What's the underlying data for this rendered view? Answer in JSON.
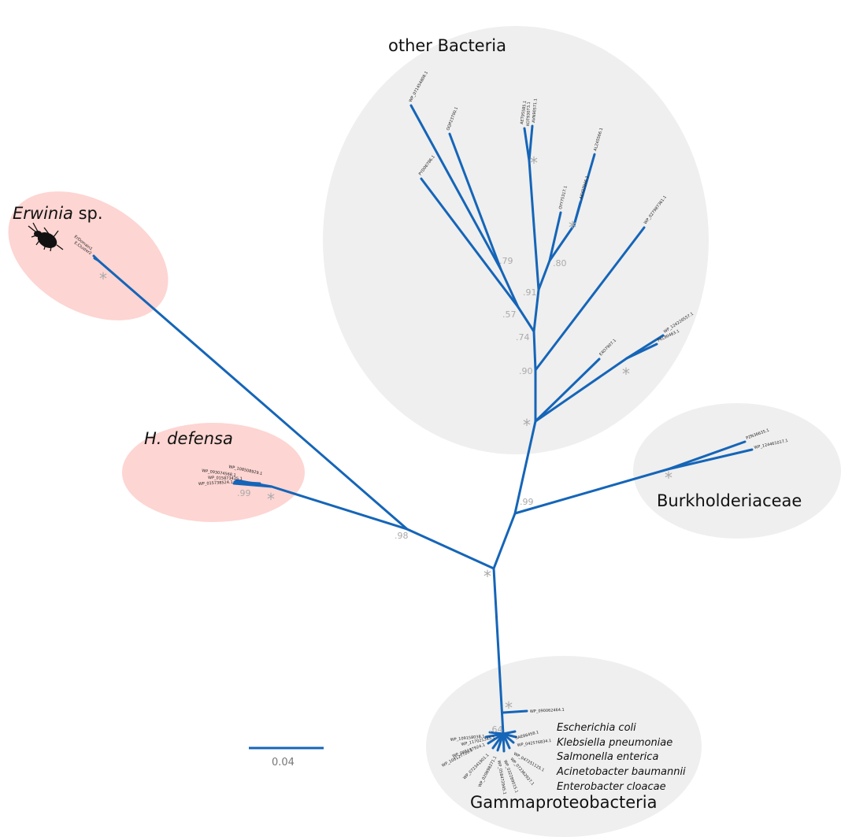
{
  "groups": {
    "other_bacteria": "other Bacteria",
    "erwinia_italic": "Erwinia",
    "erwinia_rest": " sp.",
    "hdefensa": "H. defensa",
    "burkholderiaceae": "Burkholderiaceae",
    "gammaproteobacteria": "Gammaproteobacteria"
  },
  "gamma_species": [
    "Escherichia coli",
    "Klebsiella pneumoniae",
    "Salmonella enterica",
    "Acinetobacter baumannii",
    "Enterobacter cloacae"
  ],
  "support_values": {
    "v79": ".79",
    "v80": ".80",
    "v91": ".91",
    "v57": ".57",
    "v74": ".74",
    "v90": ".90",
    "v99_burk": ".99",
    "v98": ".98",
    "v99_hdef": ".99",
    "v64": ".64",
    "star": "*"
  },
  "leaf_labels": {
    "ob1": "WP_071454808.1",
    "ob2": "OQP23790.1",
    "ob3": "PYD06786.1",
    "ob4": "AET95585.1",
    "ob5": "AVN90571.1",
    "ob6": "KOT93073.1",
    "ob7": "ALZ45566.1",
    "ob8": "AEY07946.1",
    "ob9": "OYY75317.1",
    "ob10": "WP_027987361.1",
    "ob11": "EXO7907.1",
    "ob12": "WP_124220557.1",
    "ob13": "PKL90463.1",
    "bk1": "PZN36635.1",
    "bk2": "WP_124461017.1",
    "er1": "ErDomain1",
    "er2": "E.Cluster2",
    "hd1": "WP_108508929.1",
    "hd2": "WP_093074568.1",
    "hd3": "WP_015873425.1",
    "hd4": "WP_015738524.1",
    "gm_out": "WP_090062464.1",
    "gm1": "WP_109158038.1",
    "gm2": "WP_117021345.1",
    "gm3": "WP_065187924.1",
    "gm4": "WP_108127720.1",
    "gm5": "WP_072341901.1",
    "gm6": "WP_020698271.1",
    "gm7": "SAE86458.1",
    "gm8": "WP_042576834.1",
    "gm9": "WP_047251125.1",
    "gm10": "WP_072362027.1",
    "gm11": "WP_032289015.1",
    "gm12": "WP_058472945.1"
  },
  "scale_bar": {
    "label": "0.04"
  },
  "colors": {
    "branch": "#1565b8",
    "highlight_pink": "#fdd5d2",
    "cluster_gray": "#efefef",
    "support_gray": "#aaaaaa"
  },
  "icons": {
    "insect": "aphid-silhouette-icon"
  }
}
